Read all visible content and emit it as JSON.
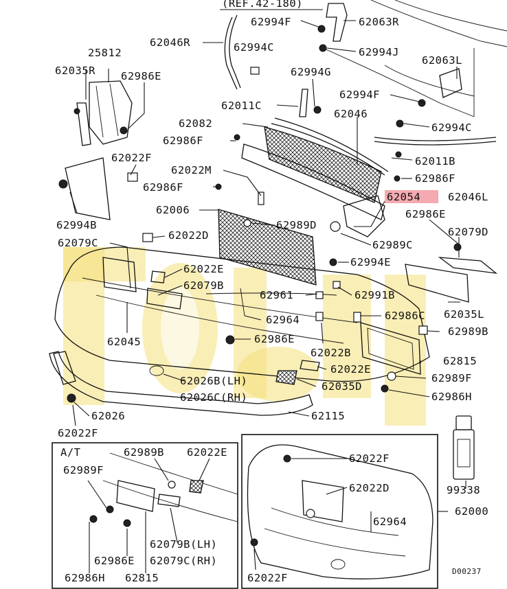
{
  "image_code": "D00237",
  "reference": "(REF.42-180)",
  "highlight_color": "#f4aab0",
  "watermark_color": "#f4e07a",
  "labels": [
    {
      "id": "l01",
      "text": "62994F"
    },
    {
      "id": "l02",
      "text": "62063R"
    },
    {
      "id": "l03",
      "text": "62046R"
    },
    {
      "id": "l04",
      "text": "62994C"
    },
    {
      "id": "l05",
      "text": "62994J"
    },
    {
      "id": "l06",
      "text": "25812"
    },
    {
      "id": "l07",
      "text": "62063L"
    },
    {
      "id": "l08",
      "text": "62035R"
    },
    {
      "id": "l09",
      "text": "62986E"
    },
    {
      "id": "l10",
      "text": "62994G"
    },
    {
      "id": "l11",
      "text": "62994F"
    },
    {
      "id": "l12",
      "text": "62011C"
    },
    {
      "id": "l13",
      "text": "62046"
    },
    {
      "id": "l14",
      "text": "62082"
    },
    {
      "id": "l15",
      "text": "62994C"
    },
    {
      "id": "l16",
      "text": "62986F"
    },
    {
      "id": "l17",
      "text": "62022F"
    },
    {
      "id": "l18",
      "text": "62011B"
    },
    {
      "id": "l19",
      "text": "62022M"
    },
    {
      "id": "l20",
      "text": "62986F"
    },
    {
      "id": "l21",
      "text": "62986F"
    },
    {
      "id": "l22",
      "text": "62054",
      "highlight": true
    },
    {
      "id": "l23",
      "text": "62046L"
    },
    {
      "id": "l24",
      "text": "62006"
    },
    {
      "id": "l25",
      "text": "62994B"
    },
    {
      "id": "l26",
      "text": "62989D"
    },
    {
      "id": "l27",
      "text": "62986E"
    },
    {
      "id": "l28",
      "text": "62022D"
    },
    {
      "id": "l29",
      "text": "62079D"
    },
    {
      "id": "l30",
      "text": "62079C"
    },
    {
      "id": "l31",
      "text": "62989C"
    },
    {
      "id": "l32",
      "text": "62994E"
    },
    {
      "id": "l33",
      "text": "62022E"
    },
    {
      "id": "l34",
      "text": "62079B"
    },
    {
      "id": "l35",
      "text": "62961"
    },
    {
      "id": "l36",
      "text": "62991B"
    },
    {
      "id": "l37",
      "text": "62035L"
    },
    {
      "id": "l38",
      "text": "62964"
    },
    {
      "id": "l39",
      "text": "62986C"
    },
    {
      "id": "l40",
      "text": "62989B"
    },
    {
      "id": "l41",
      "text": "62045"
    },
    {
      "id": "l42",
      "text": "62986E"
    },
    {
      "id": "l43",
      "text": "62022B"
    },
    {
      "id": "l44",
      "text": "62815"
    },
    {
      "id": "l45",
      "text": "62022E"
    },
    {
      "id": "l46",
      "text": "62026B(LH)"
    },
    {
      "id": "l47",
      "text": "62989F"
    },
    {
      "id": "l48",
      "text": "62026C(RH)"
    },
    {
      "id": "l49",
      "text": "62035D"
    },
    {
      "id": "l50",
      "text": "62986H"
    },
    {
      "id": "l51",
      "text": "62026"
    },
    {
      "id": "l52",
      "text": "62115"
    },
    {
      "id": "l53",
      "text": "62022F"
    },
    {
      "id": "l54",
      "text": "A/T"
    },
    {
      "id": "l55",
      "text": "62989B"
    },
    {
      "id": "l56",
      "text": "62022E"
    },
    {
      "id": "l57",
      "text": "62022F"
    },
    {
      "id": "l58",
      "text": "62989F"
    },
    {
      "id": "l59",
      "text": "62022D"
    },
    {
      "id": "l60",
      "text": "99338"
    },
    {
      "id": "l61",
      "text": "62000"
    },
    {
      "id": "l62",
      "text": "62964"
    },
    {
      "id": "l63",
      "text": "62986E"
    },
    {
      "id": "l64",
      "text": "62079B(LH)"
    },
    {
      "id": "l65",
      "text": "62079C(RH)"
    },
    {
      "id": "l66",
      "text": "62022F"
    },
    {
      "id": "l67",
      "text": "62986H"
    },
    {
      "id": "l68",
      "text": "62815"
    }
  ]
}
